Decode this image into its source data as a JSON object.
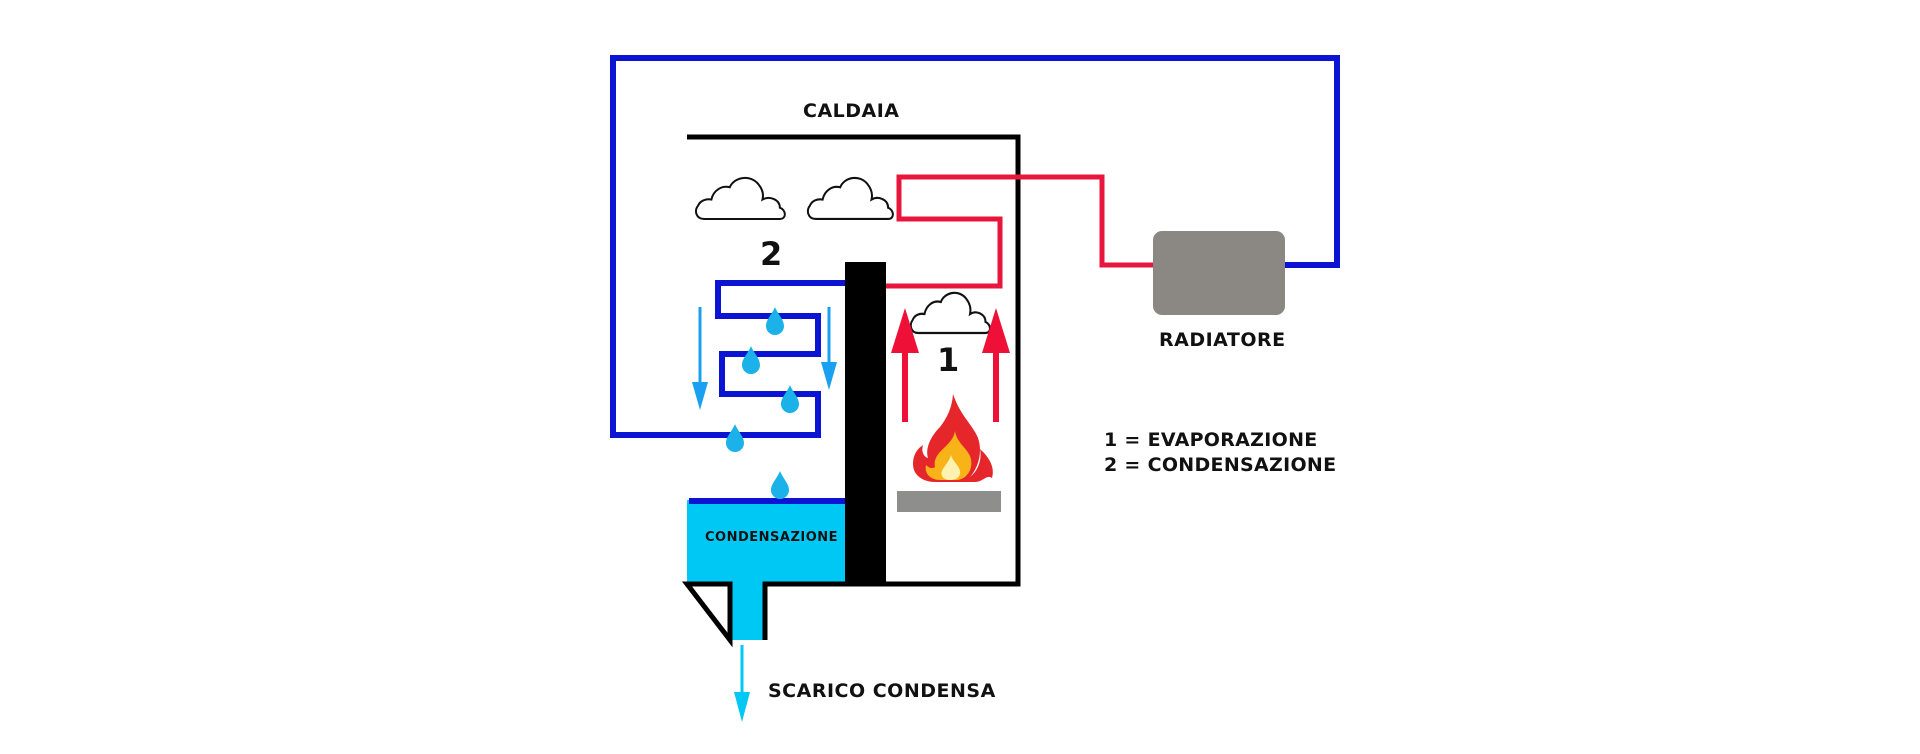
{
  "title": "CALDAIA",
  "radiator_label": "RADIATORE",
  "drain_label": "SCARICO CONDENSA",
  "tank_label": "CONDENSAZIONE",
  "zone_numbers": {
    "one": "1",
    "two": "2"
  },
  "legend": [
    {
      "text": "1 = EVAPORAZIONE"
    },
    {
      "text": "2 = CONDENSAZIONE"
    }
  ],
  "colors": {
    "boiler_outline": "#000000",
    "return_pipe": "#0a14d2",
    "supply_pipe": "#e8163c",
    "condensate": "#00c8f5",
    "drop": "#1ab2e8",
    "flow_arrow": "#1aa0f0",
    "heat_arrow": "#ef1037",
    "radiator": "#8b8883",
    "burner": "#8e8e8c",
    "divider": "#000000",
    "flame_outer": "#e5262b",
    "flame_inner": "#f7b318",
    "flame_core": "#fff2b0"
  },
  "icons": [
    "cloud-icon",
    "water-drop-icon",
    "flame-icon",
    "arrow-icon"
  ]
}
